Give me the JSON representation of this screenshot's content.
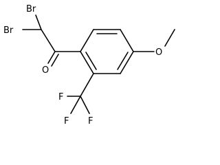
{
  "molecule": {
    "atoms": {
      "br_upper": "Br",
      "br_lower": "Br",
      "oxygen_carbonyl": "O",
      "oxygen_methoxy": "O",
      "f_left": "F",
      "f_bottom": "F",
      "f_right": "F"
    },
    "colors": {
      "bond": "#000000",
      "label": "#000000",
      "background": "#ffffff"
    }
  }
}
